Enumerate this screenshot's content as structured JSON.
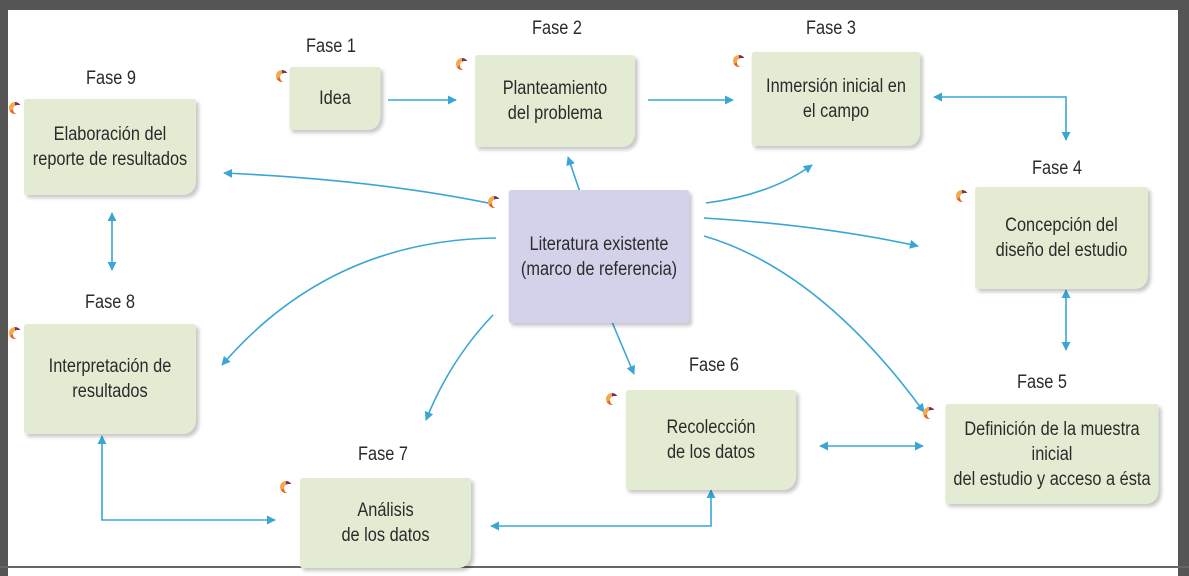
{
  "phases": {
    "fase1": {
      "label": "Fase 1",
      "text": "Idea"
    },
    "fase2": {
      "label": "Fase 2",
      "text": "Planteamiento\ndel problema"
    },
    "fase3": {
      "label": "Fase 3",
      "text": "Inmersión inicial en\nel campo"
    },
    "fase4": {
      "label": "Fase 4",
      "text": "Concepción del\ndiseño del estudio"
    },
    "fase5": {
      "label": "Fase 5",
      "text": "Definición de la muestra inicial\ndel estudio y acceso a ésta"
    },
    "fase6": {
      "label": "Fase 6",
      "text": "Recolección\nde los datos"
    },
    "fase7": {
      "label": "Fase 7",
      "text": "Análisis\nde los datos"
    },
    "fase8": {
      "label": "Fase 8",
      "text": "Interpretación de\nresultados"
    },
    "fase9": {
      "label": "Fase 9",
      "text": "Elaboración del\nreporte de resultados"
    }
  },
  "center": {
    "text": "Literatura existente\n(marco de referencia)"
  },
  "colors": {
    "box_fill": "#e3ecd3",
    "center_fill": "#d4d2ea",
    "connector": "#3aa6d6",
    "frame": "#555555"
  }
}
